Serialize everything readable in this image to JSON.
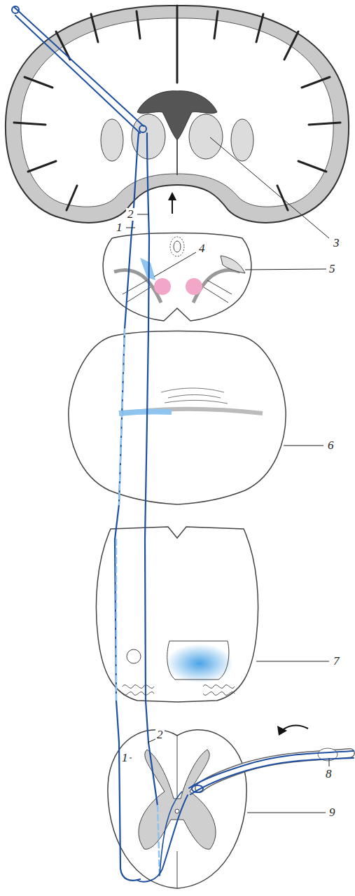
{
  "diagram": {
    "labels": [
      "2",
      "1",
      "3",
      "4",
      "5",
      "6",
      "7",
      "2",
      "1",
      "8",
      "9"
    ]
  }
}
